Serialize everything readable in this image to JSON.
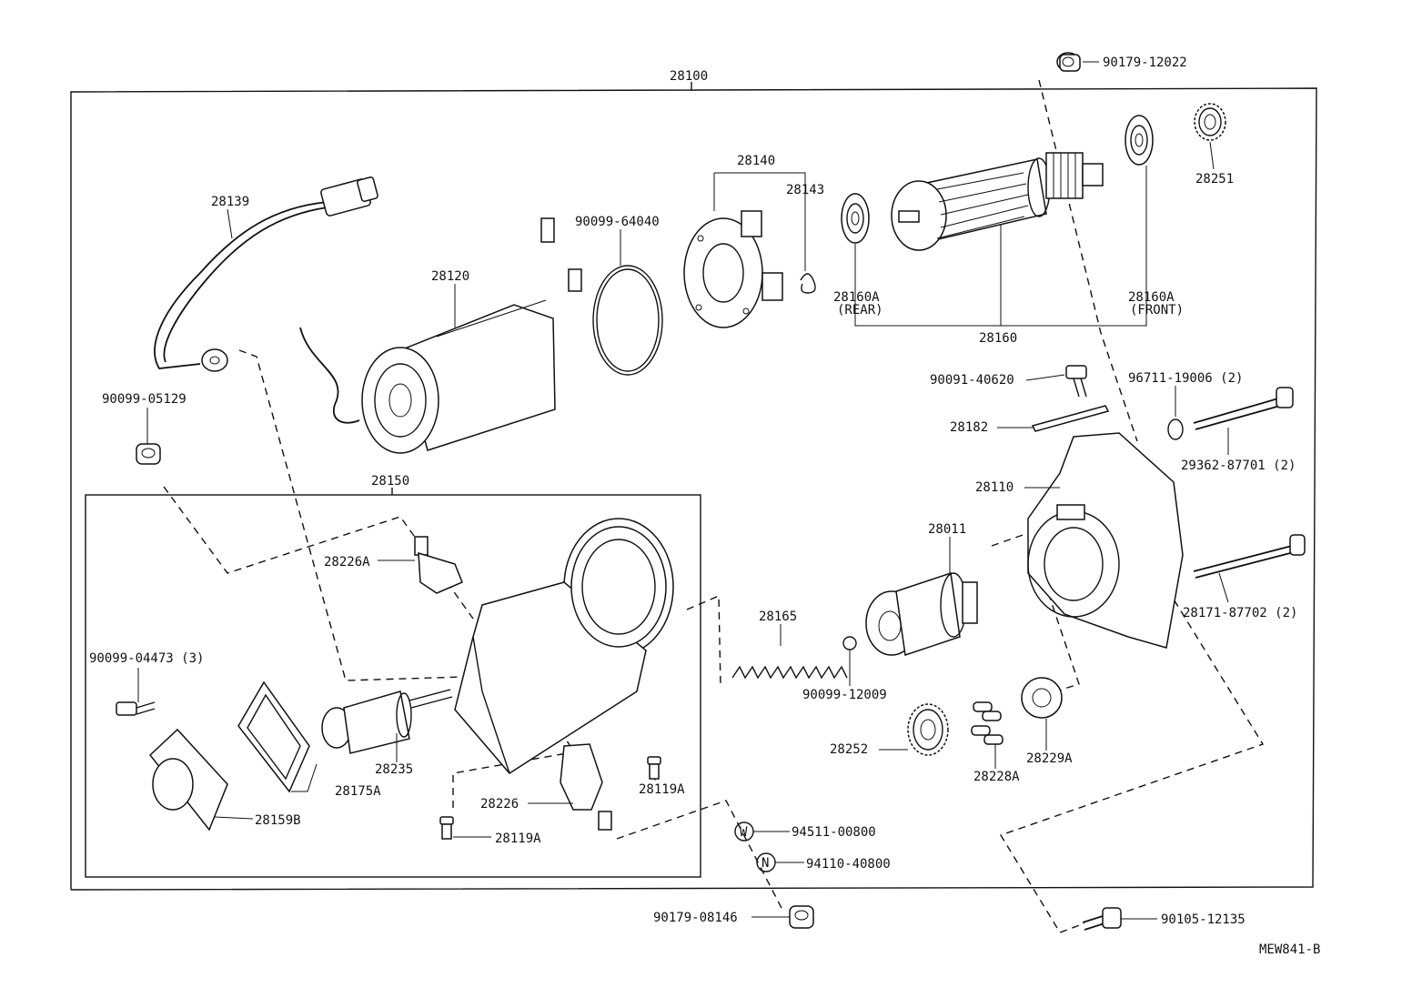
{
  "diagram": {
    "code": "MEW841-B",
    "assemblies": {
      "main": "28100",
      "sub": "28150"
    },
    "labels": {
      "p_90179_12022": "90179-12022",
      "p_28251": "28251",
      "p_28139": "28139",
      "p_28140": "28140",
      "p_28143": "28143",
      "p_90099_64040": "90099-64040",
      "p_28120": "28120",
      "p_28160A_rear": "28160A",
      "rear": "(REAR)",
      "p_28160A_front": "28160A",
      "front": "(FRONT)",
      "p_28160": "28160",
      "p_90099_05129": "90099-05129",
      "p_90091_40620": "90091-40620",
      "p_96711_19006": "96711-19006 (2)",
      "p_28182": "28182",
      "p_29362_87701": "29362-87701 (2)",
      "p_28110": "28110",
      "p_28011": "28011",
      "p_28226A": "28226A",
      "p_28171_87702": "28171-87702 (2)",
      "p_28165": "28165",
      "p_90099_04473": "90099-04473 (3)",
      "p_90099_12009": "90099-12009",
      "p_28252": "28252",
      "p_28229A": "28229A",
      "p_28228A": "28228A",
      "p_28235": "28235",
      "p_28119A_right": "28119A",
      "p_28175A": "28175A",
      "p_28226": "28226",
      "p_28159B": "28159B",
      "p_28119A_left": "28119A",
      "p_94511_00800": "94511-00800",
      "p_94110_40800": "94110-40800",
      "p_90179_08146": "90179-08146",
      "p_90105_12135": "90105-12135",
      "washer_mark": "W",
      "nut_mark": "N"
    }
  }
}
